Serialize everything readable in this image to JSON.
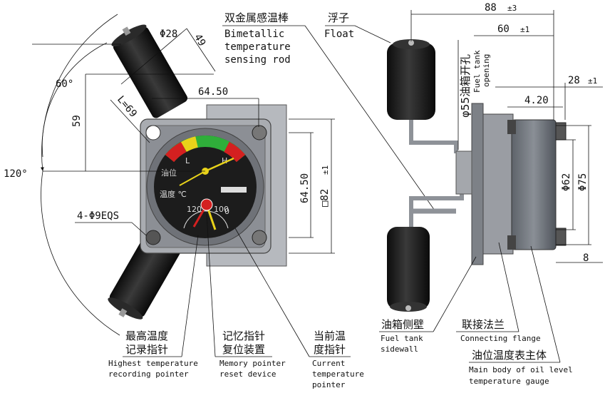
{
  "labels": {
    "rod_cn": "双金属感温棒",
    "rod_en_1": "Bimetallic",
    "rod_en_2": "temperature",
    "rod_en_3": "sensing rod",
    "float_cn": "浮子",
    "float_en": "Float",
    "opening_cn": "φ55油箱开孔",
    "opening_en_1": "Fuel tank",
    "opening_en_2": "opening",
    "highest_cn_1": "最高温度",
    "highest_cn_2": "记录指针",
    "highest_en_1": "Highest temperature",
    "highest_en_2": "recording pointer",
    "memory_cn_1": "记忆指针",
    "memory_cn_2": "复位装置",
    "memory_en_1": "Memory pointer",
    "memory_en_2": "reset device",
    "current_cn_1": "当前温",
    "current_cn_2": "度指针",
    "current_en_1": "Current",
    "current_en_2": "temperature",
    "current_en_3": "pointer",
    "sidewall_cn": "油箱侧壁",
    "sidewall_en_1": "Fuel tank",
    "sidewall_en_2": "sidewall",
    "flange_cn": "联接法兰",
    "flange_en": "Connecting flange",
    "body_cn": "油位温度表主体",
    "body_en_1": "Main body of oil level",
    "body_en_2": "temperature gauge"
  },
  "dims": {
    "d28": "Φ28",
    "d49": "49",
    "angle60": "60°",
    "angle120": "120°",
    "d59": "59",
    "L69": "L=69",
    "d6450_top": "64.50",
    "d6450_side": "64.50",
    "sq82": "□82",
    "tol82": "±1",
    "holes": "4-Φ9EQS",
    "d88": "88",
    "tol88": "±3",
    "d60": "60",
    "tol60": "±1",
    "d28r": "28",
    "tol28r": "±1",
    "d420": "4.20",
    "d62": "Φ62",
    "d75": "Φ75",
    "d8": "8"
  },
  "dial": {
    "oil_level": "油位",
    "temp": "温度 ℃",
    "low": "L",
    "high": "H",
    "scale_120": "120",
    "scale_100": "100",
    "scale_0": "0"
  },
  "colors": {
    "red": "#d42020",
    "yellow": "#e8d21a",
    "green": "#2fae3a",
    "flange": "#9a9da3",
    "body": "#6f747c",
    "float": "#1c1c1c"
  }
}
